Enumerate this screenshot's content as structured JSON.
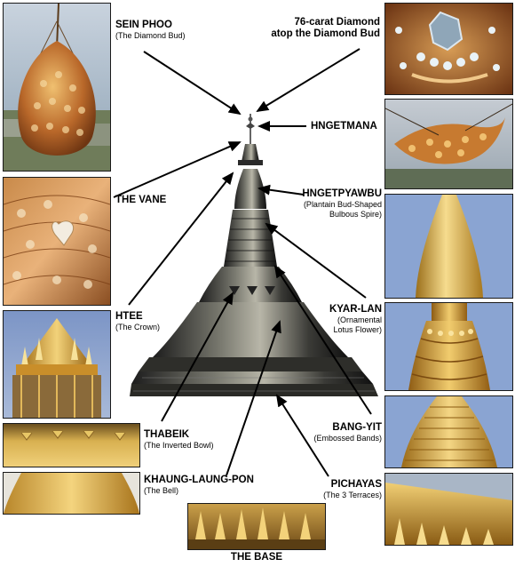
{
  "labels": {
    "sein_phoo": {
      "title": "SEIN PHOO",
      "subtitle": "(The Diamond Bud)"
    },
    "diamond": {
      "title_line1": "76-carat Diamond",
      "title_line2": "atop the Diamond Bud"
    },
    "hngetmana": {
      "title": "HNGETMANA"
    },
    "the_vane": {
      "title": "THE VANE"
    },
    "hngetpyawbu": {
      "title": "HNGETPYAWBU",
      "subtitle_line1": "(Plantain Bud-Shaped",
      "subtitle_line2": "Bulbous Spire)"
    },
    "htee": {
      "title": "HTEE",
      "subtitle": "(The Crown)"
    },
    "kyar_lan": {
      "title": "KYAR-LAN",
      "subtitle_line1": "(Ornamental",
      "subtitle_line2": "Lotus Flower)"
    },
    "thabeik": {
      "title": "THABEIK",
      "subtitle": "(The Inverted Bowl)"
    },
    "bang_yit": {
      "title": "BANG-YIT",
      "subtitle": "(Embossed Bands)"
    },
    "khaung_laung_pon": {
      "title": "KHAUNG-LAUNG-PON",
      "subtitle": "(The Bell)"
    },
    "pichayas": {
      "title": "PICHAYAS",
      "subtitle": "(The 3 Terraces)"
    },
    "the_base": {
      "title": "THE BASE"
    }
  },
  "colors": {
    "gold_light": "#f2d27a",
    "gold_mid": "#d9a43a",
    "gold_dark": "#8a5a14",
    "sky": "#7f9ccf",
    "stone": "#2a2a2a"
  }
}
